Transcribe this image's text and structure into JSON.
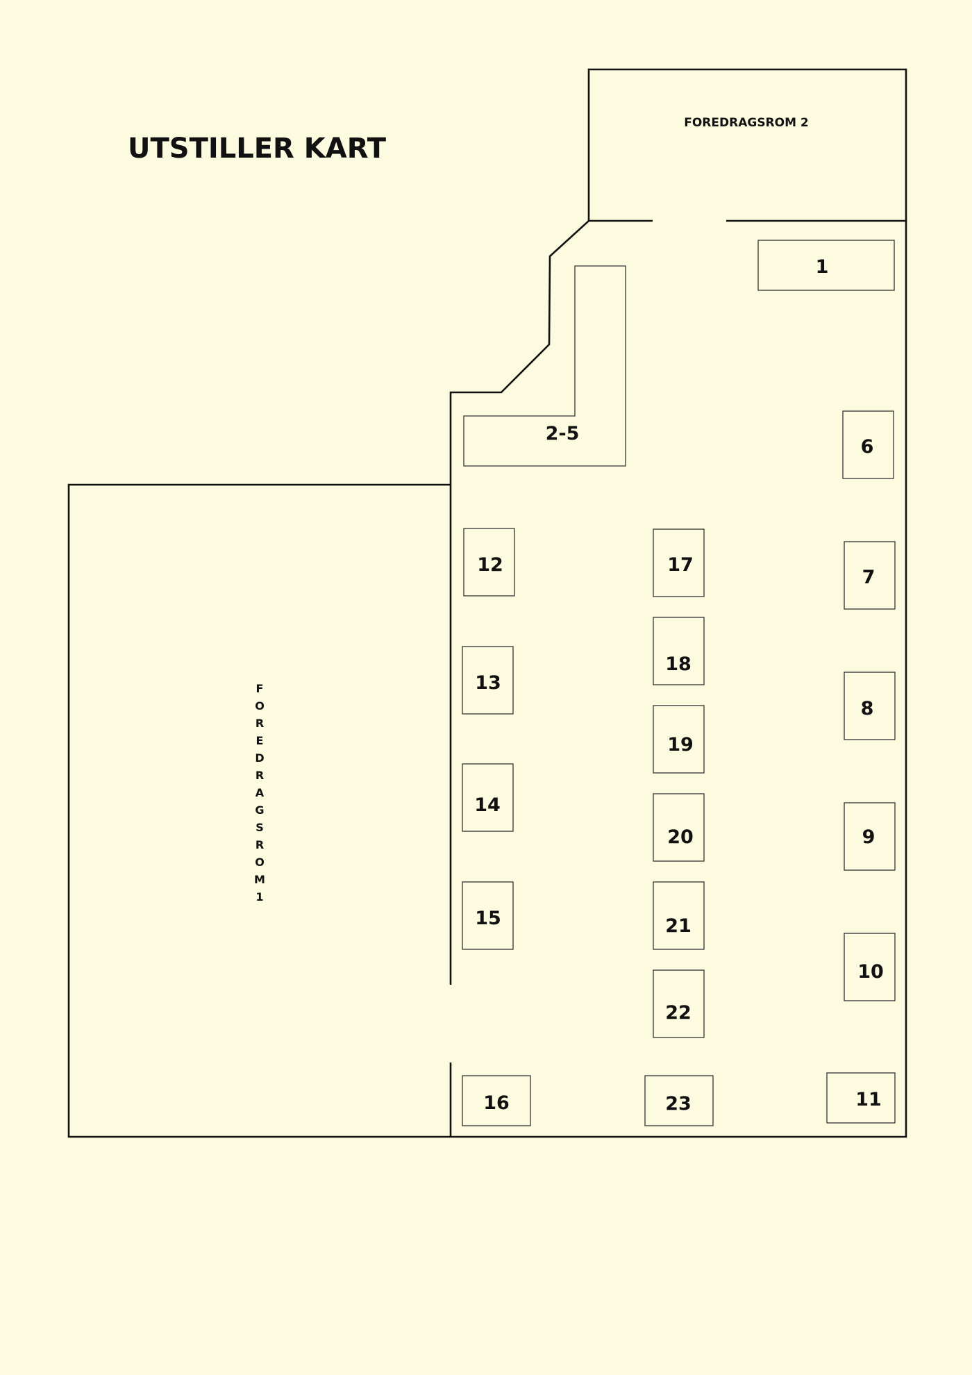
{
  "title": "UTSTILLER KART",
  "rooms": {
    "room2": "FOREDRAGSROM 2",
    "room1": "FOREDRAGSROM 1"
  },
  "booths": [
    "1",
    "2-5",
    "6",
    "7",
    "8",
    "9",
    "10",
    "11",
    "12",
    "13",
    "14",
    "15",
    "16",
    "17",
    "18",
    "19",
    "20",
    "21",
    "22",
    "23"
  ],
  "colors": {
    "background": "#fcfadf",
    "lines": "#111111"
  }
}
